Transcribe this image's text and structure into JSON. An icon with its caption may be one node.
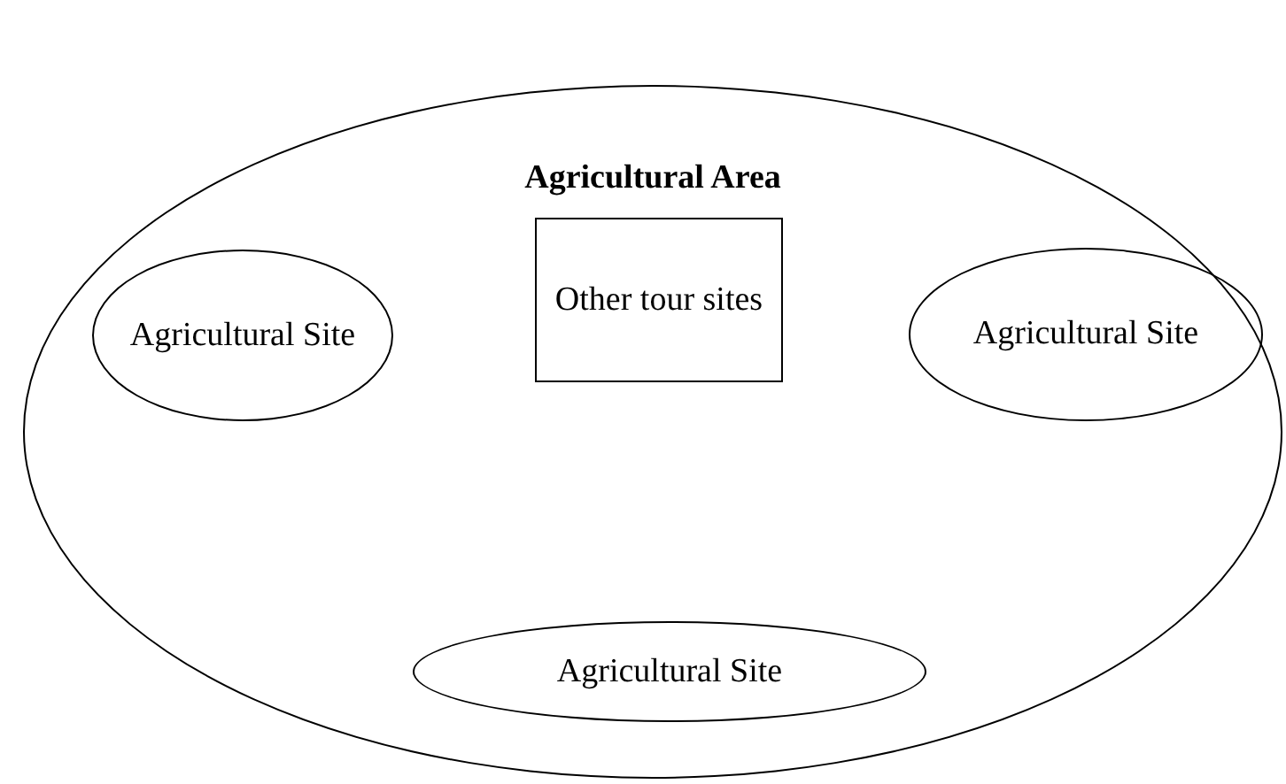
{
  "diagram": {
    "nodes": [
      {
        "text": [
          "Agricultural Area"
        ]
      },
      {
        "text": [
          "Agricultural Site"
        ],
        "in": 0
      },
      {
        "text": [
          "Other tour sites"
        ],
        "in": 0
      },
      {
        "text": [
          "Agricultural Site"
        ],
        "in": 0
      },
      {
        "text": [
          "Agricultural Site"
        ],
        "in": 0
      }
    ]
  }
}
